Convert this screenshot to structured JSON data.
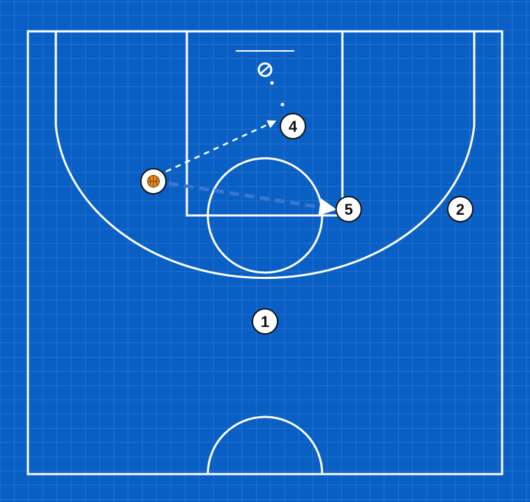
{
  "colors": {
    "background": "#0a5fc4",
    "grid": "#3f86d8",
    "court_lines": "#ffffff",
    "player_fill": "#ffffff",
    "player_outline": "#111111",
    "ball": "#e8891c",
    "pass_line": "#ffffff",
    "movement_line": "#3a78cf"
  },
  "players": [
    {
      "id": "p1",
      "label": "1"
    },
    {
      "id": "p2",
      "label": "2"
    },
    {
      "id": "p4",
      "label": "4"
    },
    {
      "id": "p5",
      "label": "5"
    }
  ],
  "ball_handler": {
    "icon": "basketball-icon"
  },
  "actions": [
    {
      "type": "pass",
      "from": "ball-handler",
      "to": "4",
      "style": "dashed-arrow"
    },
    {
      "type": "dribble",
      "from": "ball-handler",
      "to": "5",
      "style": "dashed-arrow"
    }
  ]
}
